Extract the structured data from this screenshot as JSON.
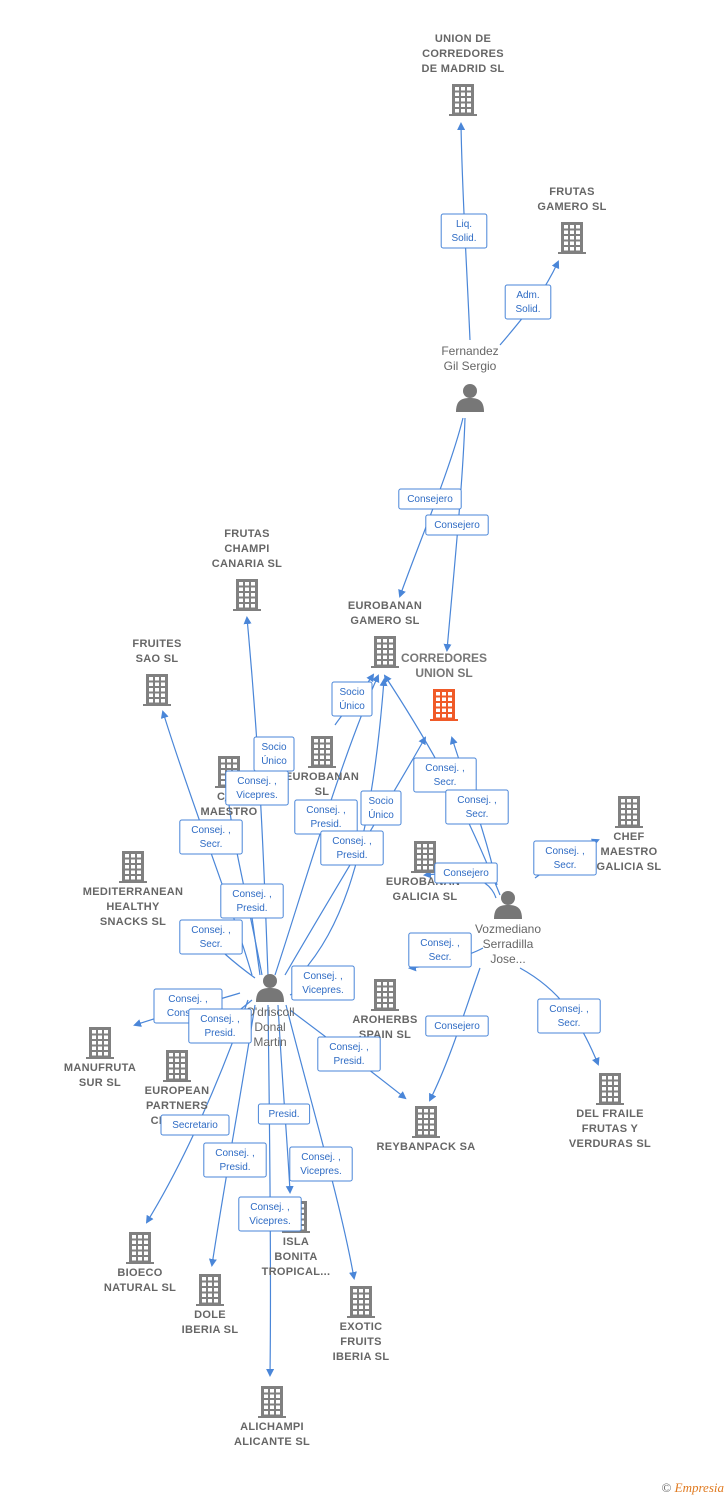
{
  "colors": {
    "edge": "#4a86d8",
    "company": "#808080",
    "main_company": "#f05a28",
    "person": "#777777"
  },
  "nodes": [
    {
      "id": "union_madrid",
      "type": "company",
      "lines": [
        "UNION DE",
        "CORREDORES",
        "DE MADRID SL"
      ]
    },
    {
      "id": "frutas_gamero",
      "type": "company",
      "lines": [
        "FRUTAS",
        "GAMERO SL"
      ]
    },
    {
      "id": "fernandez",
      "type": "person",
      "lines": [
        "Fernandez",
        "Gil Sergio"
      ]
    },
    {
      "id": "frutas_champi",
      "type": "company",
      "lines": [
        "FRUTAS",
        "CHAMPI",
        "CANARIA  SL"
      ]
    },
    {
      "id": "fruites_sao",
      "type": "company",
      "lines": [
        "FRUITES",
        "SAO  SL"
      ]
    },
    {
      "id": "eurobanan_gamero",
      "type": "company",
      "lines": [
        "EUROBANAN",
        "GAMERO  SL"
      ]
    },
    {
      "id": "corredores_union",
      "type": "main",
      "lines": [
        "CORREDORES",
        "UNION  SL"
      ]
    },
    {
      "id": "chef_maestro",
      "type": "company",
      "lines": [
        "CHE",
        "MAESTRO",
        "SL"
      ]
    },
    {
      "id": "eurobanan",
      "type": "company",
      "lines": [
        "EUROBANAN",
        "SL"
      ]
    },
    {
      "id": "chef_maestro_galicia",
      "type": "company",
      "lines": [
        "CHEF",
        "MAESTRO",
        "GALICIA  SL"
      ]
    },
    {
      "id": "mediterranean",
      "type": "company",
      "lines": [
        "MEDITERRANEAN",
        "HEALTHY",
        "SNACKS  SL"
      ]
    },
    {
      "id": "eurobanan_galicia",
      "type": "company",
      "lines": [
        "EUROBANAN-",
        "GALICIA  SL"
      ]
    },
    {
      "id": "vozmediano",
      "type": "person",
      "lines": [
        "Vozmediano",
        "Serradilla",
        "Jose..."
      ]
    },
    {
      "id": "odriscoll",
      "type": "person",
      "lines": [
        "O'driscoll",
        "Donal",
        "Martin"
      ]
    },
    {
      "id": "aroherbs",
      "type": "company",
      "lines": [
        "AROHERBS",
        "SPAIN  SL"
      ]
    },
    {
      "id": "manufruta",
      "type": "company",
      "lines": [
        "MANUFRUTA",
        "SUR  SL"
      ]
    },
    {
      "id": "european",
      "type": "company",
      "lines": [
        "EUROPEAN",
        "PARTNERS",
        "CITRUS..."
      ]
    },
    {
      "id": "reybanpack",
      "type": "company",
      "lines": [
        "REYBANPACK SA"
      ]
    },
    {
      "id": "del_fraile",
      "type": "company",
      "lines": [
        "DEL FRAILE",
        "FRUTAS Y",
        "VERDURAS  SL"
      ]
    },
    {
      "id": "bioeco",
      "type": "company",
      "lines": [
        "BIOECO",
        "NATURAL  SL"
      ]
    },
    {
      "id": "isla_bonita",
      "type": "company",
      "lines": [
        "ISLA",
        "BONITA",
        "TROPICAL..."
      ]
    },
    {
      "id": "dole",
      "type": "company",
      "lines": [
        "DOLE",
        "IBERIA  SL"
      ]
    },
    {
      "id": "exotic",
      "type": "company",
      "lines": [
        "EXOTIC",
        "FRUITS",
        "IBERIA  SL"
      ]
    },
    {
      "id": "alichampi",
      "type": "company",
      "lines": [
        "ALICHAMPI",
        "ALICANTE  SL"
      ]
    }
  ],
  "relations": [
    {
      "lines": [
        "Liq.",
        "Solid."
      ]
    },
    {
      "lines": [
        "Adm.",
        "Solid."
      ]
    },
    {
      "lines": [
        "Consejero"
      ]
    },
    {
      "lines": [
        "Consejero"
      ]
    },
    {
      "lines": [
        "Socio",
        "Único"
      ]
    },
    {
      "lines": [
        "Socio",
        "Único"
      ]
    },
    {
      "lines": [
        "Consej. ,",
        "Vicepres."
      ]
    },
    {
      "lines": [
        "Consej. ,",
        "Presid."
      ]
    },
    {
      "lines": [
        "Socio",
        "Único"
      ]
    },
    {
      "lines": [
        "Consej. ,",
        "Secr."
      ]
    },
    {
      "lines": [
        "Consej. ,",
        "Presid."
      ]
    },
    {
      "lines": [
        "Consej. ,",
        "Secr."
      ]
    },
    {
      "lines": [
        "Consej. ,",
        "Secr."
      ]
    },
    {
      "lines": [
        "Consejero"
      ]
    },
    {
      "lines": [
        "Consej. ,",
        "Secr."
      ]
    },
    {
      "lines": [
        "Consej. ,",
        "Presid."
      ]
    },
    {
      "lines": [
        "Consej. ,",
        "Secr."
      ]
    },
    {
      "lines": [
        "Consej. ,",
        "Secr."
      ]
    },
    {
      "lines": [
        "Consej. ,",
        "Vicepres."
      ]
    },
    {
      "lines": [
        "Consej. ,",
        "Consej...."
      ]
    },
    {
      "lines": [
        "Consej. ,",
        "Presid."
      ]
    },
    {
      "lines": [
        "Consejero"
      ]
    },
    {
      "lines": [
        "Consej. ,",
        "Secr."
      ]
    },
    {
      "lines": [
        "Consej. ,",
        "Presid."
      ]
    },
    {
      "lines": [
        "Secretario"
      ]
    },
    {
      "lines": [
        "Presid."
      ]
    },
    {
      "lines": [
        "Consej. ,",
        "Presid."
      ]
    },
    {
      "lines": [
        "Consej. ,",
        "Vicepres."
      ]
    },
    {
      "lines": [
        "Consej. ,",
        "Vicepres."
      ]
    }
  ],
  "footer": {
    "copyright": "©",
    "brand": "Empresia"
  }
}
